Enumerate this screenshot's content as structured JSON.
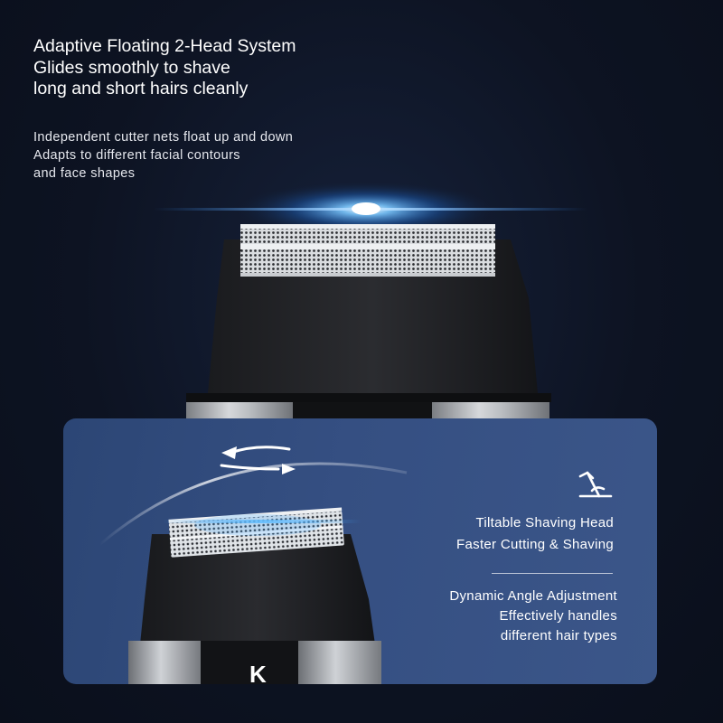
{
  "headline": {
    "line1": "Adaptive Floating 2-Head System",
    "line2": "Glides smoothly to shave",
    "line3": "long and short hairs cleanly"
  },
  "subcopy": {
    "line1": "Independent cutter nets float up and down",
    "line2": "Adapts to different facial contours",
    "line3": "and face shapes"
  },
  "panel": {
    "feature1": {
      "line1": "Tiltable Shaving Head",
      "line2": "Faster Cutting & Shaving"
    },
    "feature2": {
      "line1": "Dynamic Angle Adjustment",
      "line2": "Effectively handles",
      "line3": "different hair types"
    },
    "brand_fragment": "K"
  },
  "icons": [
    "tilt-angle-icon",
    "rotate-arrows-icon"
  ],
  "colors": {
    "background": "#0d1322",
    "panel": "#354f82",
    "glow": "#3aa8ff",
    "text": "#ffffff"
  }
}
